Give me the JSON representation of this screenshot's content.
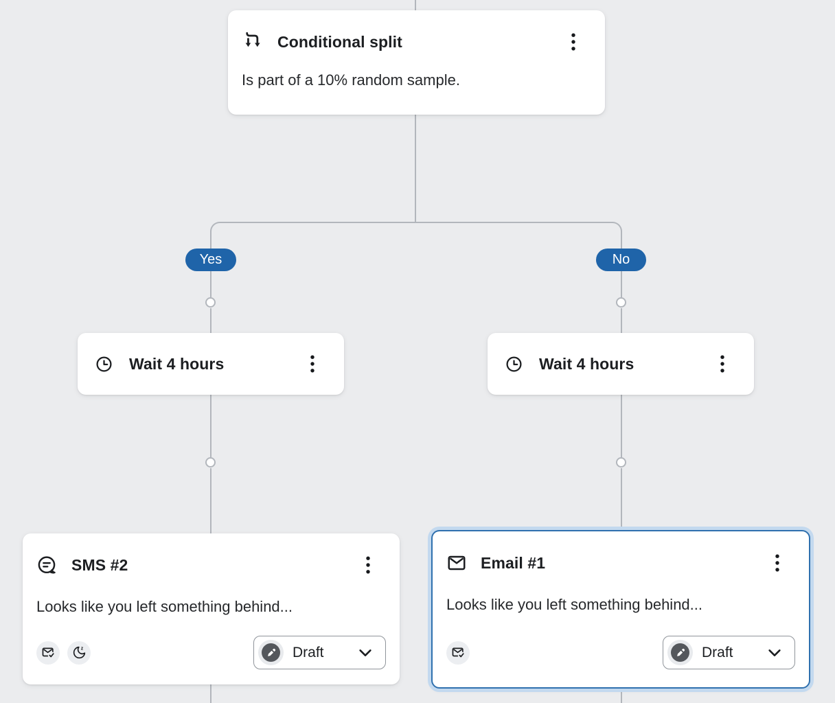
{
  "flow": {
    "conditional_split": {
      "title": "Conditional split",
      "description": "Is part of a 10% random sample.",
      "icon": "conditional-split-icon",
      "menu_icon": "kebab-menu-icon"
    },
    "branches": {
      "yes_label": "Yes",
      "no_label": "No"
    },
    "wait_yes": {
      "title": "Wait 4 hours",
      "icon": "clock-icon",
      "menu_icon": "kebab-menu-icon"
    },
    "wait_no": {
      "title": "Wait 4 hours",
      "icon": "clock-icon",
      "menu_icon": "kebab-menu-icon"
    },
    "sms": {
      "title": "SMS #2",
      "icon": "sms-bubble-icon",
      "menu_icon": "kebab-menu-icon",
      "preview": "Looks like you left something behind...",
      "attribute_icons": [
        "email-check-icon",
        "quiet-hours-moon-icon"
      ],
      "status": {
        "label": "Draft",
        "icon": "draft-pencil-icon",
        "chevron": "chevron-down-icon"
      }
    },
    "email": {
      "title": "Email #1",
      "icon": "envelope-icon",
      "menu_icon": "kebab-menu-icon",
      "preview": "Looks like you left something behind...",
      "attribute_icons": [
        "email-check-icon"
      ],
      "status": {
        "label": "Draft",
        "icon": "draft-pencil-icon",
        "chevron": "chevron-down-icon"
      },
      "selected": true
    }
  },
  "colors": {
    "canvas_bg": "#ebecee",
    "connector_line": "#b2b6bc",
    "branch_badge_bg": "#1f64a9",
    "branch_badge_text": "#ffffff",
    "selected_border": "#2f70ae",
    "selected_glow": "#c3d9ef",
    "card_bg": "#ffffff",
    "title_text": "#1c1e21",
    "body_text": "#26282b",
    "chip_bg": "#eceef1",
    "status_icon_circle": "#54575c"
  }
}
